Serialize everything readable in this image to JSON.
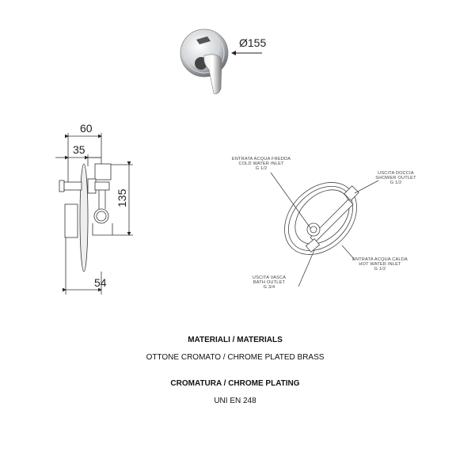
{
  "product_view": {
    "diameter_label": "Ø155"
  },
  "side_view": {
    "dim_total_depth": "60",
    "dim_protrusion": "35",
    "dim_height": "135",
    "dim_bottom_depth": "54"
  },
  "connections": [
    {
      "it": "ENTRATA ACQUA FREDDA",
      "en": "COLD WATER INLET",
      "size": "G 1/2"
    },
    {
      "it": "USCITA DOCCIA",
      "en": "SHOWER OUTLET",
      "size": "G 1/2"
    },
    {
      "it": "ENTRATA ACQUA CALDA",
      "en": "HOT WATER INLET",
      "size": "G 1/2"
    },
    {
      "it": "USCITA VASCA",
      "en": "BATH OUTLET",
      "size": "G 3/4"
    }
  ],
  "specs": {
    "materials_heading": "MATERIALI / MATERIALS",
    "materials_value": "OTTONE CROMATO / CHROME PLATED BRASS",
    "plating_heading": "CROMATURA / CHROME PLATING",
    "plating_value": "UNI EN 248"
  }
}
